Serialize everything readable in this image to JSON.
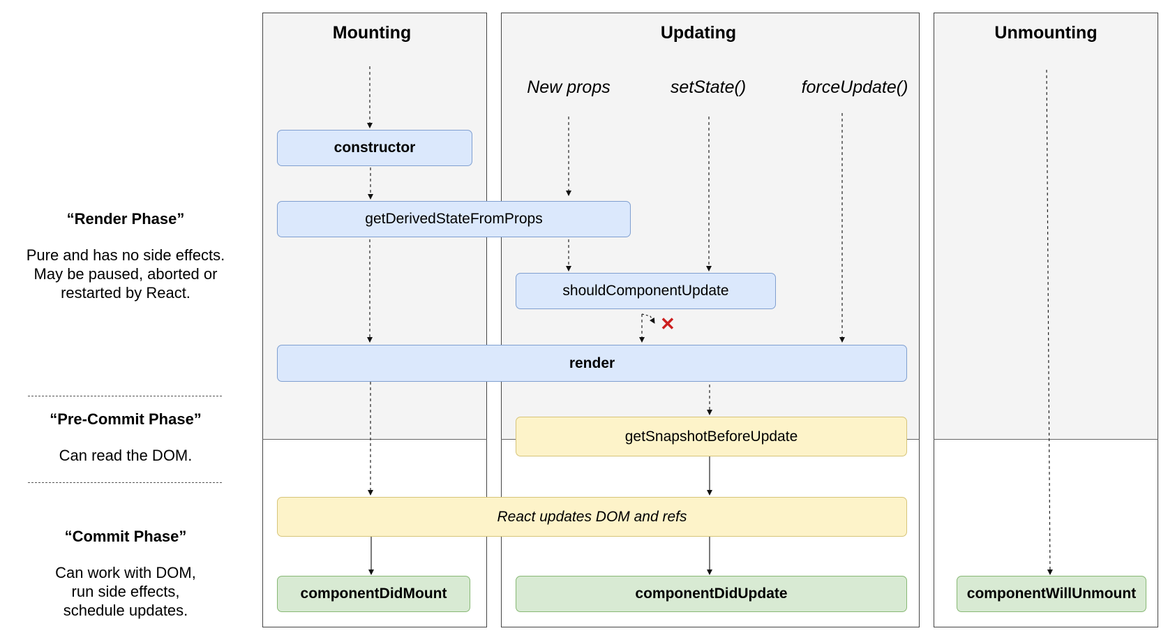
{
  "phases": {
    "render": {
      "title": "“Render Phase”",
      "desc": "Pure and has no side effects.\nMay be paused, aborted or\nrestarted by React."
    },
    "precommit": {
      "title": "“Pre-Commit Phase”",
      "desc": "Can read the DOM."
    },
    "commit": {
      "title": "“Commit Phase”",
      "desc": "Can work with DOM,\nrun side effects,\nschedule updates."
    }
  },
  "columns": {
    "mounting": "Mounting",
    "updating": "Updating",
    "unmounting": "Unmounting"
  },
  "triggers": {
    "new_props": "New props",
    "set_state": "setState()",
    "force_update": "forceUpdate()"
  },
  "methods": {
    "constructor": "constructor",
    "get_derived_state": "getDerivedStateFromProps",
    "should_component_update": "shouldComponentUpdate",
    "render": "render",
    "get_snapshot": "getSnapshotBeforeUpdate",
    "react_updates_dom": "React updates DOM and refs",
    "component_did_mount": "componentDidMount",
    "component_did_update": "componentDidUpdate",
    "component_will_unmount": "componentWillUnmount"
  },
  "skip_marker": "✕",
  "colors": {
    "render_phase_box": "#dbe8fc",
    "precommit_box": "#fdf3c9",
    "commit_box": "#d8ead3",
    "panel_background": "#f4f4f4",
    "skip_marker": "#cc1f1f"
  }
}
